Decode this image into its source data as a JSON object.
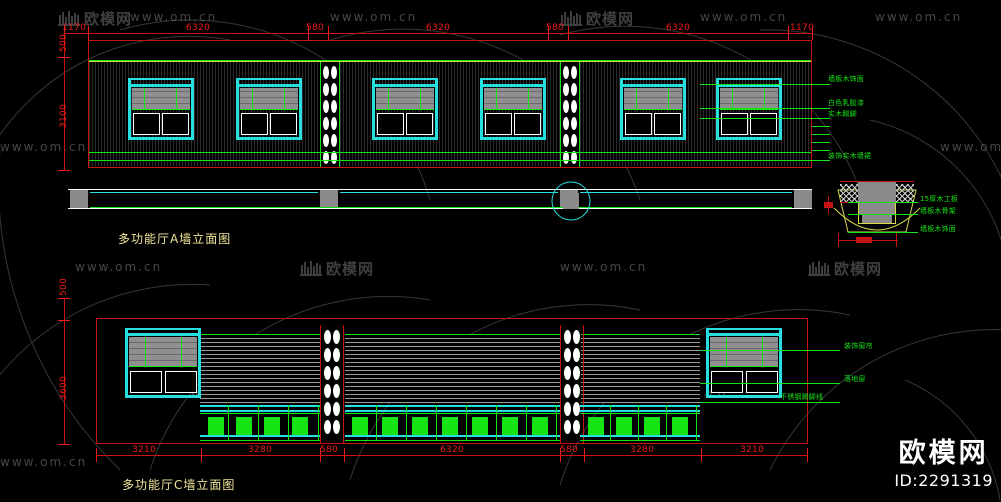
{
  "document": {
    "type": "CAD elevation drawing",
    "background_color": "#000000",
    "brand": {
      "name": "欧模网",
      "id_label": "ID:2291319"
    },
    "watermark": {
      "text": "欧模网",
      "url": "www.om.cn"
    }
  },
  "drawing_a": {
    "title": "多功能厅A墙立面图",
    "top_dimensions": [
      "1170",
      "6320",
      "580",
      "6320",
      "580",
      "6320",
      "1170"
    ],
    "left_dimensions": [
      "500",
      "3100"
    ],
    "annotations": [
      "墙板木饰面",
      "白色乳胶漆",
      "实木踢脚",
      "装饰实木墙裙"
    ],
    "detail_annotations": [
      "15厚木工板",
      "墙板木骨架",
      "墙板木饰面"
    ]
  },
  "drawing_c": {
    "title": "多功能厅C墙立面图",
    "bottom_dimensions": [
      "3210",
      "3280",
      "580",
      "6320",
      "580",
      "3280",
      "3210"
    ],
    "left_dimensions": [
      "500",
      "3600"
    ],
    "annotations": [
      "装饰窗帘",
      "落地窗",
      "不锈钢踢脚线"
    ]
  },
  "colors": {
    "dimension_red": "#f11a1a",
    "outline_red": "#c51414",
    "window_cyan": "#26e0e0",
    "accent_green": "#15e515",
    "white": "#ffffff",
    "title_yellow": "#f0e79a",
    "hatch_gray": "#8a8a8a"
  }
}
